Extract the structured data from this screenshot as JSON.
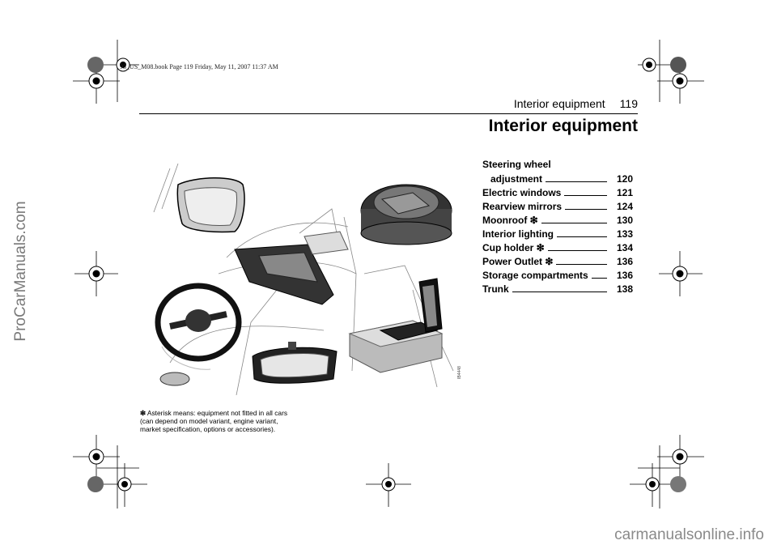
{
  "print_header": "93_US_M08.book  Page 119  Friday, May 11, 2007  11:37 AM",
  "running_head": {
    "section": "Interior equipment",
    "page_number": "119"
  },
  "page_title": "Interior equipment",
  "toc": {
    "first_entry": {
      "label_line1": "Steering wheel",
      "label_line2": "adjustment",
      "page": "120"
    },
    "entries": [
      {
        "label": "Electric windows",
        "star": "",
        "page": "121"
      },
      {
        "label": "Rearview mirrors",
        "star": "",
        "page": "124"
      },
      {
        "label": "Moonroof",
        "star": "❇",
        "page": "130"
      },
      {
        "label": "Interior lighting",
        "star": "",
        "page": "133"
      },
      {
        "label": "Cup holder",
        "star": "❇",
        "page": "134"
      },
      {
        "label": "Power Outlet",
        "star": "❇",
        "page": "136"
      },
      {
        "label": "Storage compartments",
        "star": "",
        "page": "136"
      },
      {
        "label": "Trunk",
        "star": "",
        "page": "138"
      }
    ]
  },
  "footnote": {
    "symbol": "❇",
    "lines": [
      "Asterisk means: equipment not fitted in all cars",
      "(can depend on model variant, engine variant,",
      "market specification, options or accessories)."
    ]
  },
  "image_code": "IB4448",
  "watermarks": {
    "side": "ProCarManuals.com",
    "bottom": "carmanualsonline.info"
  },
  "icons": [
    "registration-mark-icon",
    "asterisk-icon"
  ]
}
